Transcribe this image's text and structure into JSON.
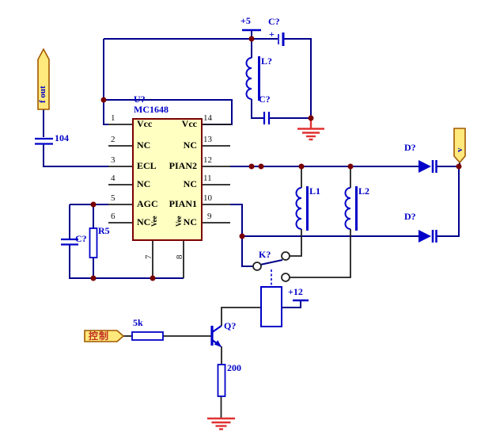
{
  "schematic": {
    "ic": {
      "ref": "U?",
      "part": "MC1648",
      "pins_left": [
        {
          "num": "1",
          "name": "Vcc"
        },
        {
          "num": "2",
          "name": "NC"
        },
        {
          "num": "3",
          "name": "ECL"
        },
        {
          "num": "4",
          "name": "NC"
        },
        {
          "num": "5",
          "name": "AGC"
        },
        {
          "num": "6",
          "name": "NC"
        }
      ],
      "pins_right": [
        {
          "num": "14",
          "name": "Vcc"
        },
        {
          "num": "13",
          "name": "NC"
        },
        {
          "num": "12",
          "name": "PIAN2"
        },
        {
          "num": "11",
          "name": "NC"
        },
        {
          "num": "10",
          "name": "PIAN1"
        },
        {
          "num": "9",
          "name": "NC"
        }
      ],
      "pins_bottom": [
        {
          "num": "7",
          "name": "Vee"
        },
        {
          "num": "8",
          "name": "Vee"
        }
      ]
    },
    "ports": {
      "output": "f out",
      "tuning": "v",
      "control": "控制"
    },
    "power_rails": {
      "plus5": "+5",
      "plus12": "+12"
    },
    "parts": {
      "c_bypass": "C?",
      "c_bypass_polarity": "+",
      "l_choke": "L?",
      "c_decouple": "C?",
      "c_input": "104",
      "r_agc": "R5",
      "c_agc": "C?",
      "l1": "L1",
      "l2": "L2",
      "d_top": "D?",
      "d_bottom": "D?",
      "relay": "K?",
      "transistor": "Q?",
      "r_base": "5k",
      "r_emitter": "200"
    },
    "colors": {
      "wire": "#00008B",
      "component_outline": "#0000C8",
      "junction_dot": "#7A0000",
      "ic_fill": "#FFFFC2",
      "ic_border": "#7A0000",
      "flag_fill": "#FFE87C",
      "flag_border": "#A15A00",
      "ground": "#E03030",
      "label_text": "#0000C8",
      "control_text": "#C03020"
    }
  }
}
